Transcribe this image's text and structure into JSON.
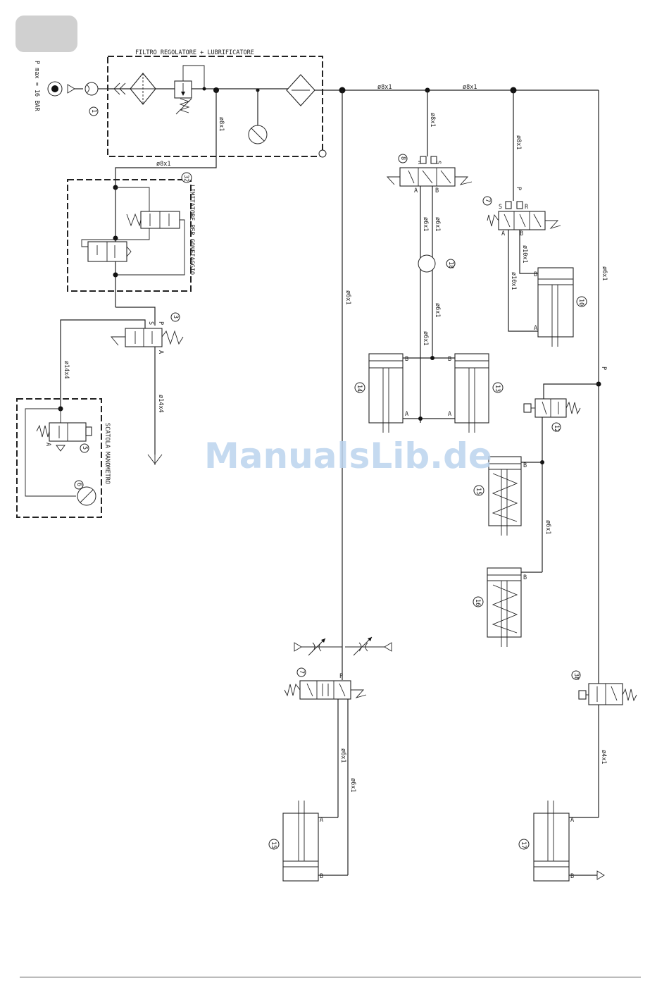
{
  "header": {
    "page_badge": ""
  },
  "watermark": "ManualsLib.de",
  "supply": {
    "pressure_label": "P max = 16 BAR"
  },
  "groups": {
    "filter_regulator": "FILTRO REGOLATORE + LUBRIFICATORE",
    "limiter": "LIMITATORE PER GONFIAGGIO",
    "gauge_box": "SCATOLA MANOMETRO"
  },
  "tubes": {
    "t1": "ø8x1",
    "t2": "ø8x1",
    "t3": "ø8x1",
    "t4": "ø8x1",
    "t5": "ø8x1",
    "t6": "ø8x1",
    "t7": "ø6x1",
    "t8": "ø14x4",
    "t9": "ø14x4",
    "t10": "ø6x1",
    "t11": "ø6x1",
    "t12": "ø6x1",
    "t13": "ø6x1",
    "t14": "ø10x1",
    "t15": "ø10x1",
    "t16": "ø6x1",
    "t17": "ø6x1",
    "t18": "ø6x1",
    "t19": "ø6x1",
    "t20": "ø4x1"
  },
  "ports": {
    "p": "P",
    "a": "A",
    "b": "B",
    "r": "R",
    "s": "S"
  },
  "components": [
    "1",
    "3",
    "5",
    "6",
    "7",
    "8",
    "9",
    "10",
    "11",
    "12",
    "13",
    "14",
    "15",
    "16",
    "17",
    "18",
    "32",
    "38"
  ]
}
